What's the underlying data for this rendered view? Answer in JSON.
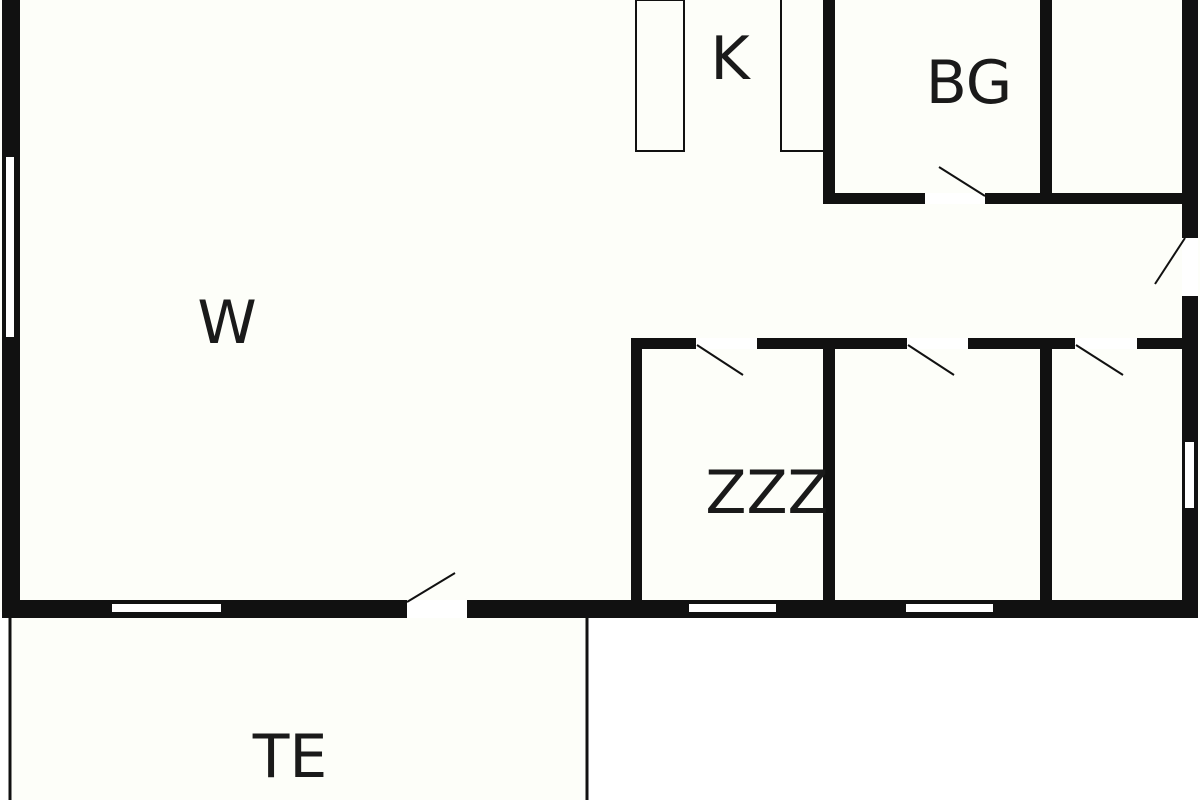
{
  "floor_plan": {
    "rooms": {
      "living": {
        "label": "W"
      },
      "kitchen": {
        "label": "K"
      },
      "bathroom": {
        "label": "BG"
      },
      "bedroom": {
        "label": "ZZZ"
      },
      "terrace": {
        "label": "TE"
      }
    },
    "colors": {
      "wall": "#111111",
      "floor": "#fdfef9",
      "outside": "#ffffff"
    }
  }
}
